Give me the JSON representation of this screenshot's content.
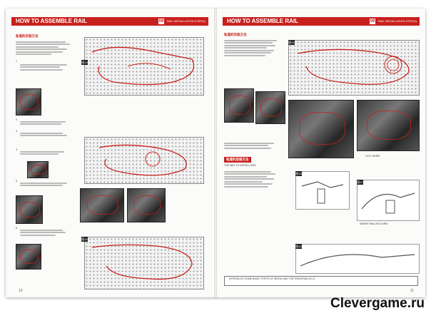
{
  "booklet": {
    "left_page": {
      "header_title": "HOW TO ASSEMBLE RAIL",
      "header_badge": "09",
      "header_tag": "RAIL INSTALLATION STEP(1)",
      "section_cn": "轨道的安装方法",
      "page_number": "10",
      "steps": [
        "1",
        "2",
        "3",
        "4",
        "5",
        "6"
      ],
      "board_labels": [
        "图13",
        "图14"
      ]
    },
    "right_page": {
      "header_title": "HOW TO ASSEMBLE RAIL",
      "header_badge": "09",
      "header_tag": "RAIL INSTALLATION STEP(2)",
      "section_cn": "轨道的安装方法",
      "section2_cn": "轨道的连接方法",
      "section2_en": "THE WAY TO INSTALL RAIL",
      "cut_here": "CUT HERE",
      "insert_label": "INSERT RAIL INTO ARM",
      "page_number": "11",
      "info_text": "INTRODUCE SOME BASIC STEPS OF INSTALLING THE SPACERAIL231-4",
      "board_labels": [
        "图15",
        "图16",
        "图17",
        "图18"
      ]
    }
  },
  "watermark": "Clevergame.ru"
}
